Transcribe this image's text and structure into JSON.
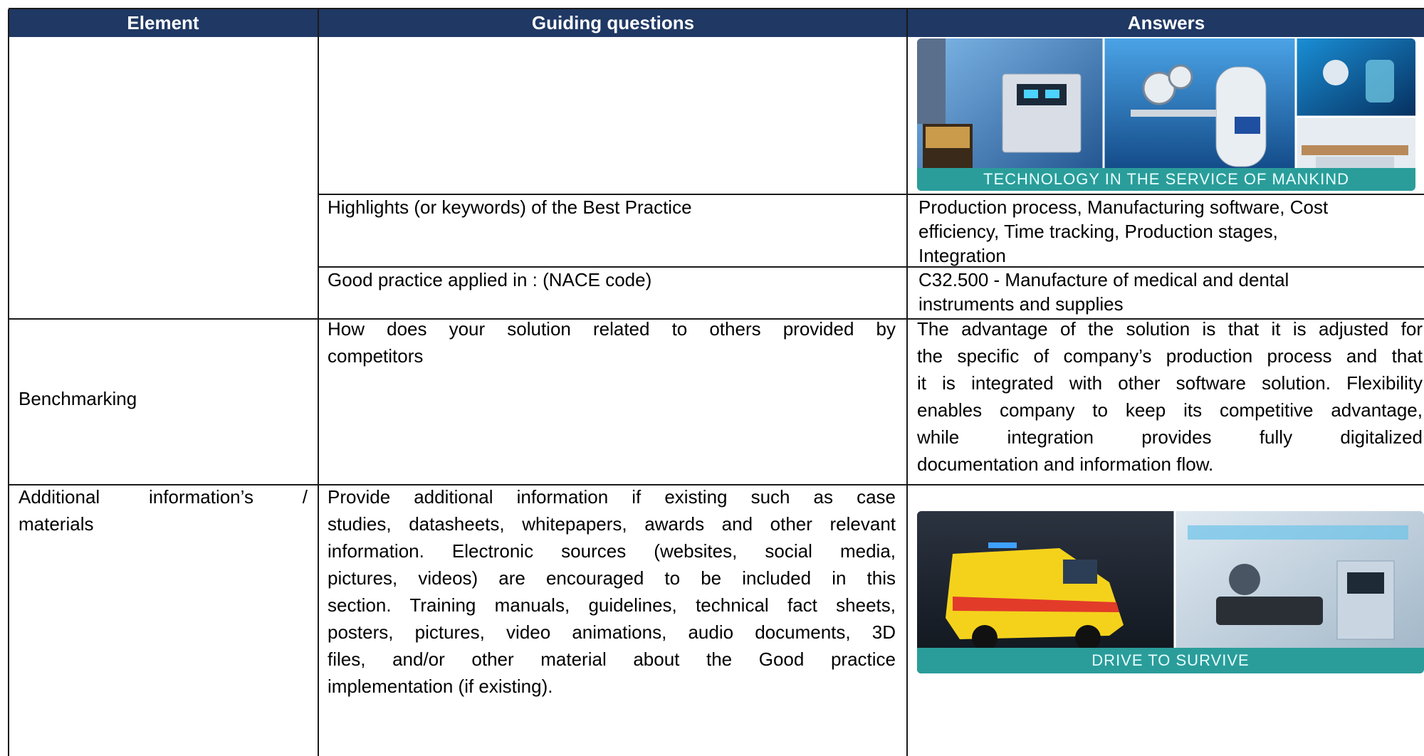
{
  "table": {
    "headers": [
      "Element",
      "Guiding questions",
      "Answers"
    ],
    "rows": {
      "image_row": {
        "answer_image_caption": "TECHNOLOGY IN THE SERVICE OF MANKIND"
      },
      "highlights": {
        "question": "Highlights (or keywords) of the Best Practice",
        "answer_lines": [
          "Production process, Manufacturing software, Cost",
          "efficiency, Time tracking, Production stages,",
          "Integration"
        ]
      },
      "nace": {
        "question": "Good practice applied in : (NACE code)",
        "answer_lines": [
          "C32.500 - Manufacture of medical and dental",
          "instruments and supplies"
        ]
      },
      "benchmarking": {
        "element": "Benchmarking",
        "question_lines": [
          "How does your solution related to others provided by",
          "competitors"
        ],
        "answer_lines": [
          "The advantage of the solution is that it is adjusted for",
          "the specific of company’s production process and that",
          "it is integrated with other software solution. Flexibility",
          "enables company to keep its competitive advantage,",
          "while integration provides fully digitalized",
          "documentation and information flow."
        ]
      },
      "additional": {
        "element_lines": [
          "Additional information’s /",
          "materials"
        ],
        "question_lines": [
          "Provide additional information if existing such as case",
          "studies, datasheets, whitepapers, awards and other relevant",
          "information. Electronic sources (websites, social media,",
          "pictures, videos) are encouraged to be included in this",
          "section. Training manuals, guidelines, technical fact sheets,",
          "posters, pictures, video animations, audio documents, 3D",
          "files, and/or other material about the Good practice",
          "implementation (if existing)."
        ],
        "answer_image_caption": "DRIVE TO SURVIVE"
      }
    }
  }
}
